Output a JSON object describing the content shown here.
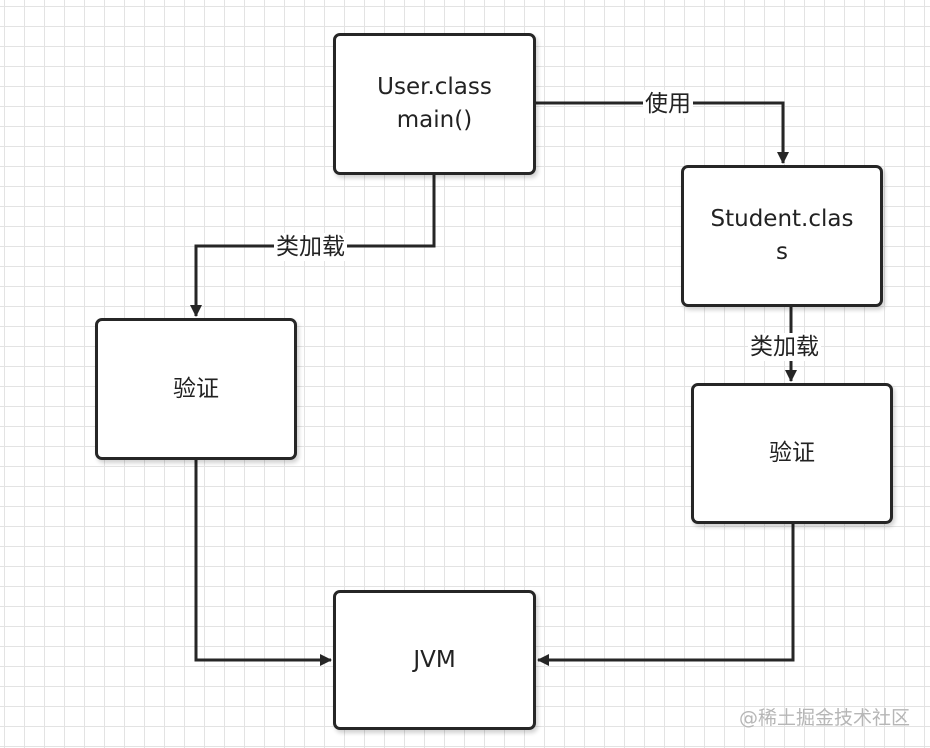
{
  "diagram": {
    "nodes": {
      "user": {
        "text": "User.class\nmain()"
      },
      "student": {
        "text": "Student.clas\ns"
      },
      "verify_left": {
        "text": "验证"
      },
      "verify_right": {
        "text": "验证"
      },
      "jvm": {
        "text": "JVM"
      }
    },
    "edges": {
      "user_to_student": {
        "label": "使用"
      },
      "user_to_verify_left": {
        "label": "类加载"
      },
      "student_to_verify_right": {
        "label": "类加载"
      },
      "verify_left_to_jvm": {
        "label": ""
      },
      "verify_right_to_jvm": {
        "label": ""
      }
    }
  },
  "colors": {
    "stroke": "#262626",
    "grid": "#e3e3e3",
    "text": "#222222",
    "watermark": "#b6b6b6"
  },
  "watermark": "@稀土掘金技术社区"
}
